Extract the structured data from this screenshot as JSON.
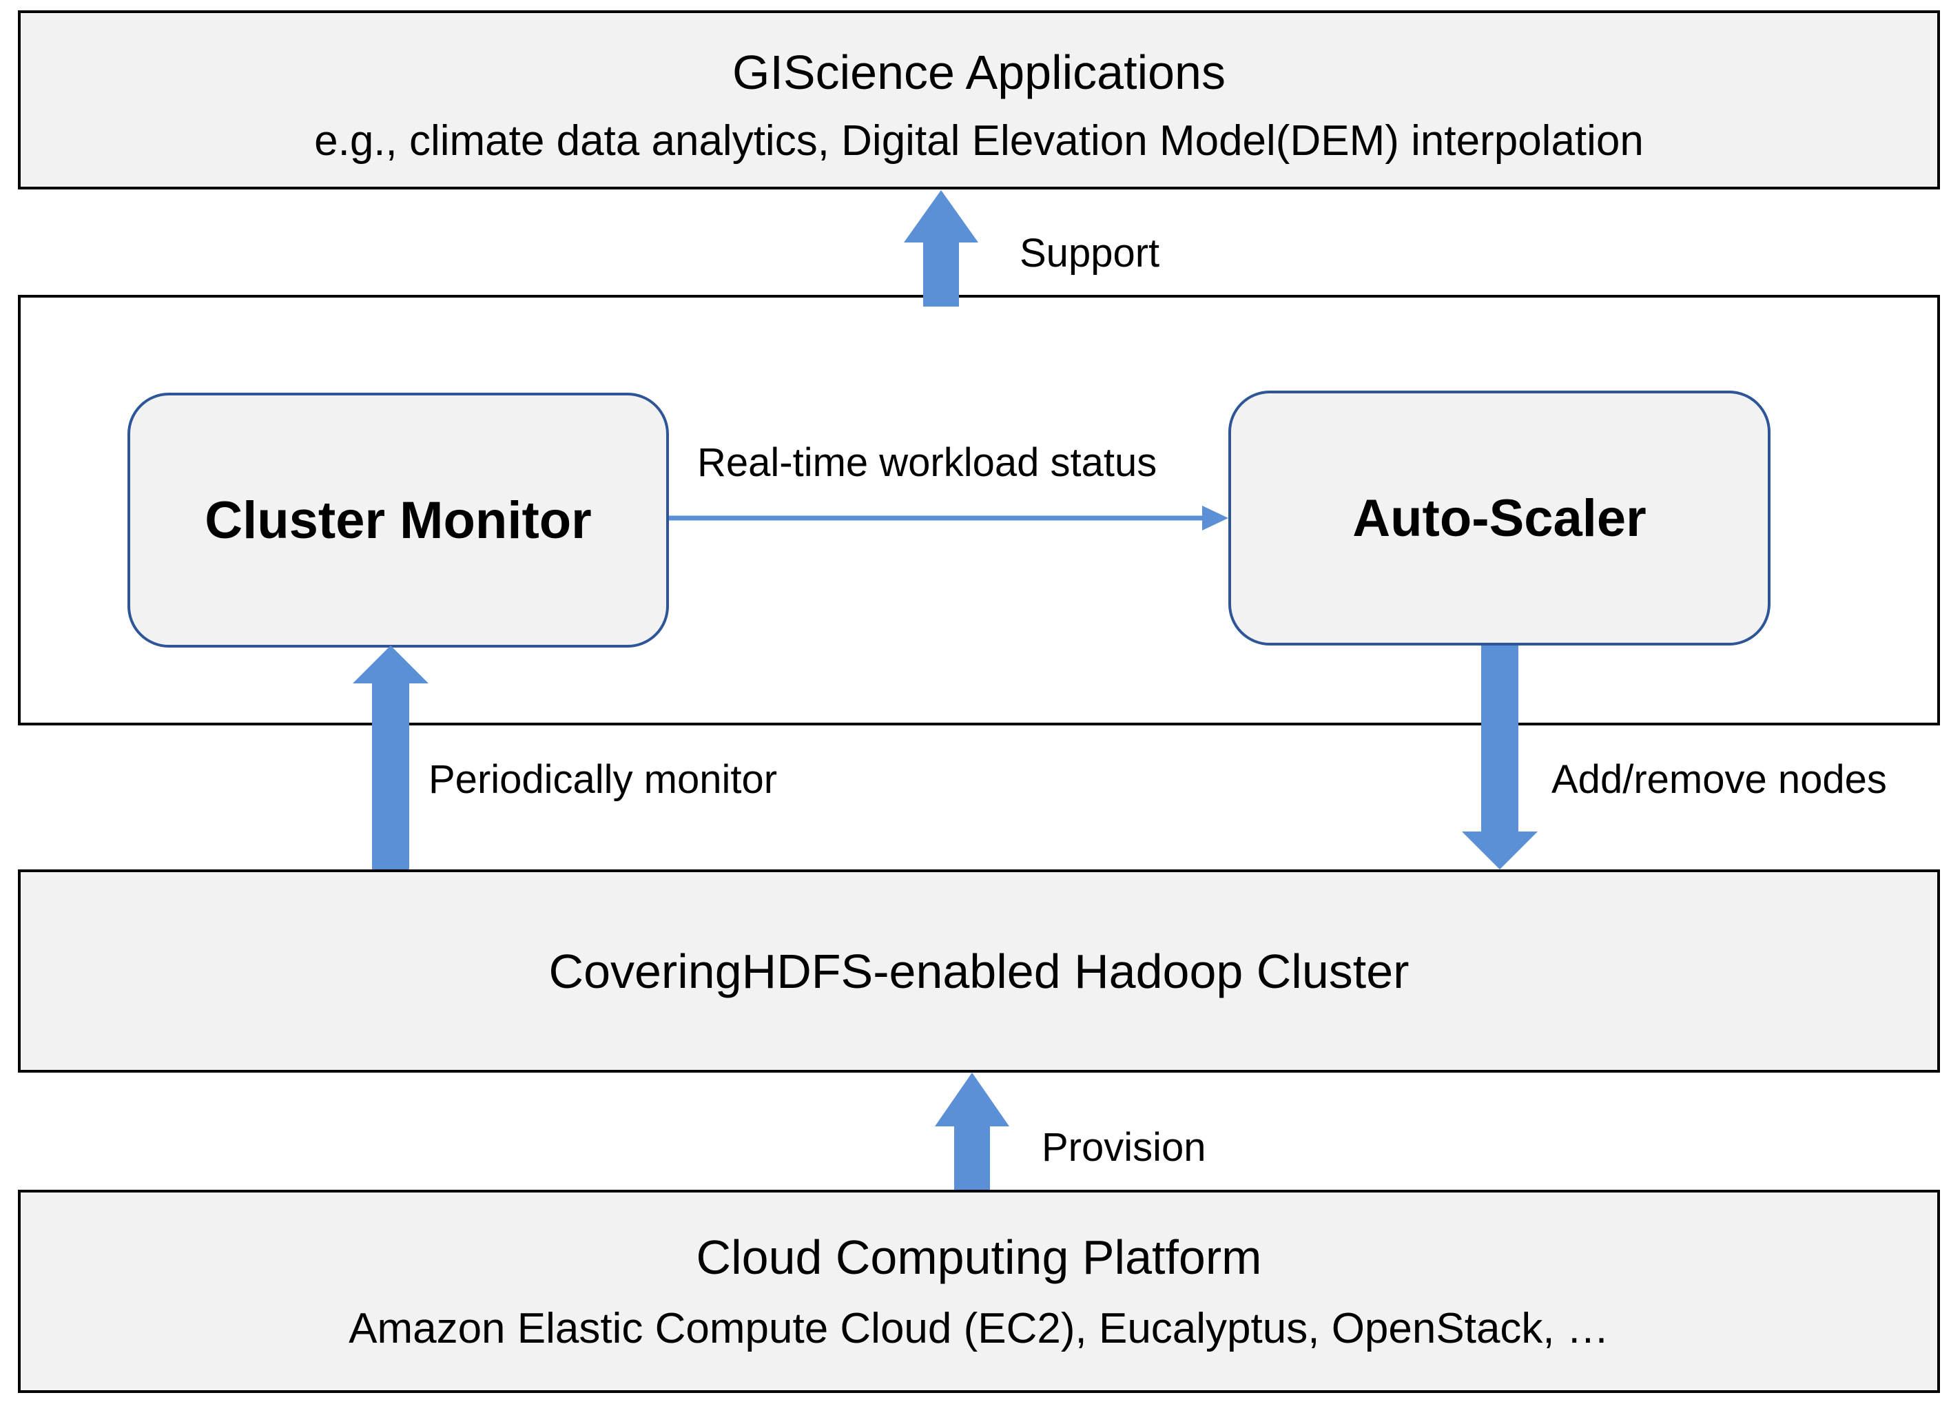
{
  "colors": {
    "arrow_fill": "#5b8fd6",
    "node_border": "#2e5597",
    "layer_fill": "#f2f2f2",
    "border": "#000000"
  },
  "layers": {
    "applications": {
      "title": "GIScience Applications",
      "subtitle": "e.g., climate data analytics, Digital Elevation Model(DEM) interpolation"
    },
    "cluster": {
      "title": "CoveringHDFS-enabled Hadoop Cluster"
    },
    "platform": {
      "title": "Cloud Computing Platform",
      "subtitle": "Amazon Elastic Compute Cloud (EC2), Eucalyptus, OpenStack, …"
    }
  },
  "nodes": {
    "monitor": "Cluster Monitor",
    "scaler": "Auto-Scaler"
  },
  "edges": {
    "support": "Support",
    "workload": "Real-time workload status",
    "monitor": "Periodically monitor",
    "add_remove": "Add/remove nodes",
    "provision": "Provision"
  }
}
